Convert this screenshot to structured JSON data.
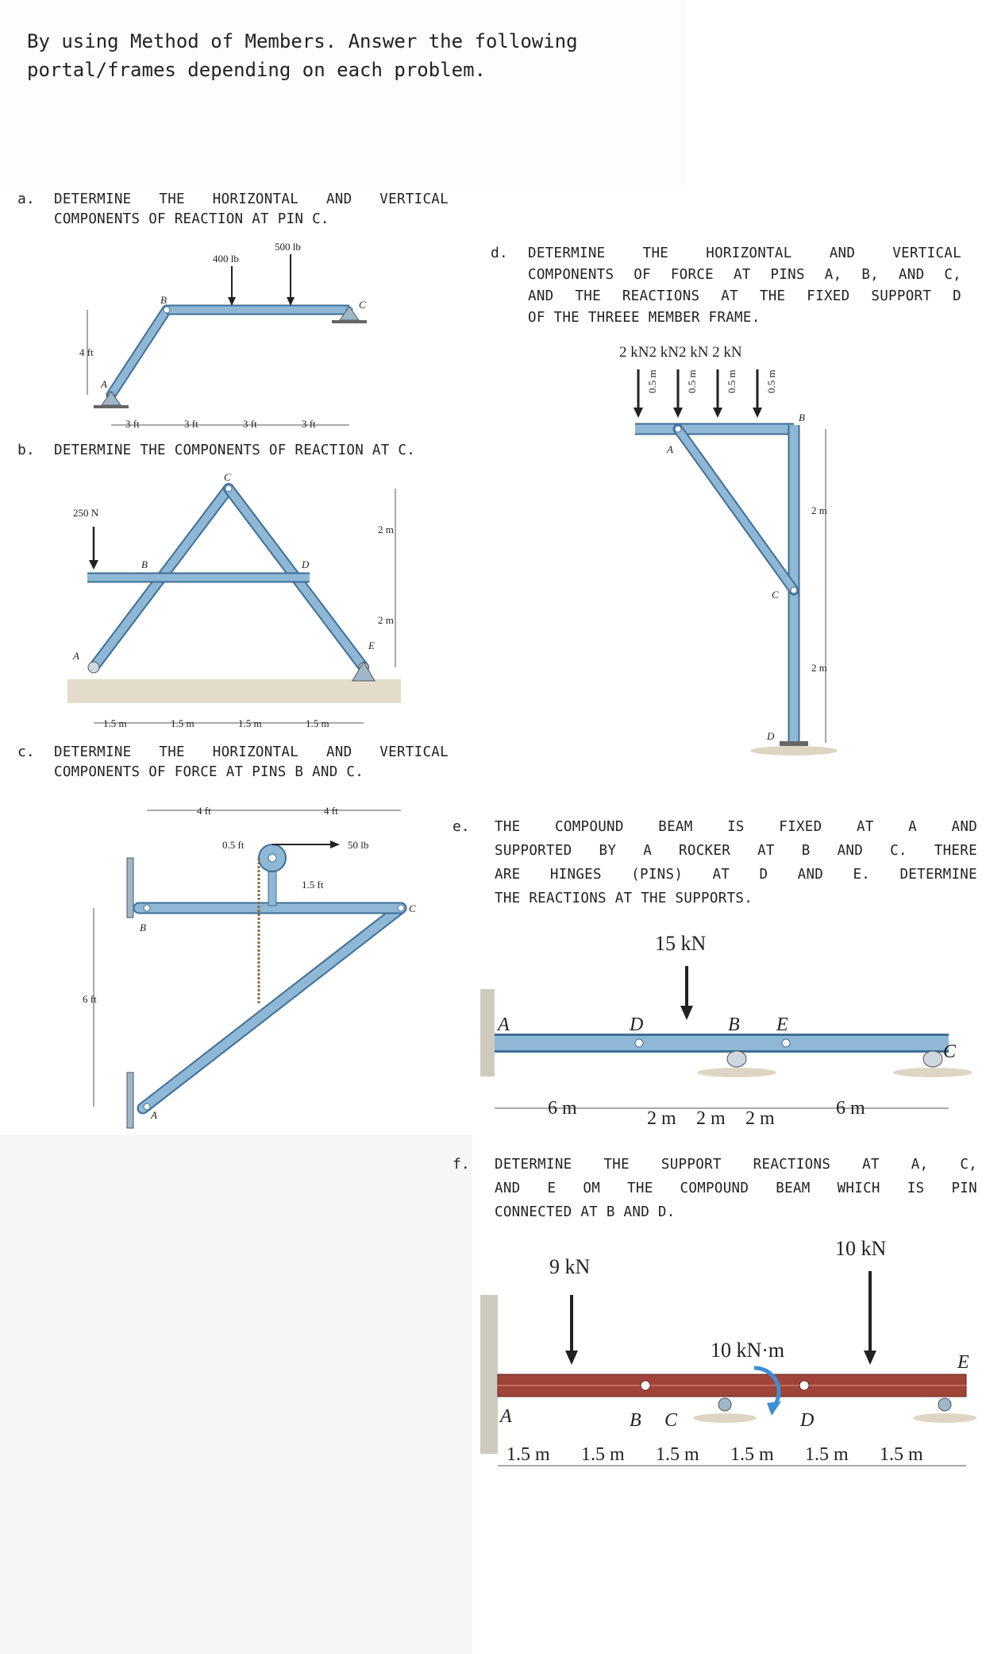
{
  "intro": {
    "line1": "By using Method of Members. Answer the following",
    "line2": "portal/frames depending on each problem."
  },
  "problem_a": {
    "label": "a.",
    "text_line1": [
      "DETERMINE",
      "THE",
      "HORIZONTAL",
      "AND",
      "VERTICAL"
    ],
    "text_line2": "COMPONENTS OF REACTION AT PIN C.",
    "loads": [
      "400 lb",
      "500 lb"
    ],
    "height": "4 ft",
    "spacings": [
      "3 ft",
      "3 ft",
      "3 ft",
      "3 ft"
    ],
    "points": [
      "A",
      "B",
      "C"
    ]
  },
  "problem_b": {
    "label": "b.",
    "text": "DETERMINE THE COMPONENTS OF REACTION AT C.",
    "load": "250 N",
    "heights": [
      "2 m",
      "2 m"
    ],
    "spacings": [
      "1.5 m",
      "1.5 m",
      "1.5 m",
      "1.5 m"
    ],
    "points": [
      "A",
      "B",
      "C",
      "D",
      "E"
    ]
  },
  "problem_c": {
    "label": "c.",
    "text_line1": [
      "DETERMINE",
      "THE",
      "HORIZONTAL",
      "AND",
      "VERTICAL"
    ],
    "text_line2": "COMPONENTS OF FORCE AT PINS B AND C.",
    "widths": [
      "4 ft",
      "4 ft"
    ],
    "radius": "0.5 ft",
    "load": "50 lb",
    "post": "1.5 ft",
    "height": "6 ft",
    "points": [
      "A",
      "B",
      "C"
    ]
  },
  "problem_d": {
    "label": "d.",
    "text_line1": [
      "DETERMINE",
      "THE",
      "HORIZONTAL",
      "AND",
      "VERTICAL"
    ],
    "text_line2": [
      "COMPONENTS",
      "OF",
      "FORCE",
      "AT",
      "PINS",
      "A,",
      "B,",
      "AND",
      "C,"
    ],
    "text_line3": [
      "AND",
      "THE",
      "REACTIONS",
      "AT",
      "THE",
      "FIXED",
      "SUPPORT",
      "D"
    ],
    "text_line4": "OF THE THREEE MEMBER FRAME.",
    "loads_label": "2 kN2 kN2 kN 2 kN",
    "spacings": [
      "0.5 m",
      "0.5 m",
      "0.5 m",
      "0.5 m"
    ],
    "heights": [
      "2 m",
      "2 m"
    ],
    "points": [
      "A",
      "B",
      "C",
      "D"
    ]
  },
  "problem_e": {
    "label": "e.",
    "text_line1": [
      "THE",
      "COMPOUND",
      "BEAM",
      "IS",
      "FIXED",
      "AT",
      "A",
      "AND"
    ],
    "text_line2": [
      "SUPPORTED",
      "BY",
      "A",
      "ROCKER",
      "AT",
      "B",
      "AND",
      "C.",
      "THERE"
    ],
    "text_line3": [
      "ARE",
      "HINGES",
      "(PINS)",
      "AT",
      "D",
      "AND",
      "E.",
      "DETERMINE"
    ],
    "text_line4": "THE REACTIONS AT THE SUPPORTS.",
    "load": "15 kN",
    "spacings": [
      "6 m",
      "2 m",
      "2 m",
      "2 m",
      "6 m"
    ],
    "points": [
      "A",
      "D",
      "B",
      "E",
      "C"
    ]
  },
  "problem_f": {
    "label": "f.",
    "text_line1": [
      "DETERMINE",
      "THE",
      "SUPPORT",
      "REACTIONS",
      "AT",
      "A,",
      "C,"
    ],
    "text_line2": [
      "AND",
      "E",
      "OM",
      "THE",
      "COMPOUND",
      "BEAM",
      "WHICH",
      "IS",
      "PIN"
    ],
    "text_line3": "CONNECTED AT B AND D.",
    "load1": "9 kN",
    "load2": "10 kN",
    "moment": "10 kN·m",
    "spacings": [
      "1.5 m",
      "1.5 m",
      "1.5 m",
      "1.5 m",
      "1.5 m",
      "1.5 m"
    ],
    "points": [
      "A",
      "B",
      "C",
      "D",
      "E"
    ]
  },
  "colors": {
    "member": "#8fb7d6",
    "member_edge": "#3f6f96",
    "beam_f": "#a0443a",
    "text": "#222222"
  }
}
